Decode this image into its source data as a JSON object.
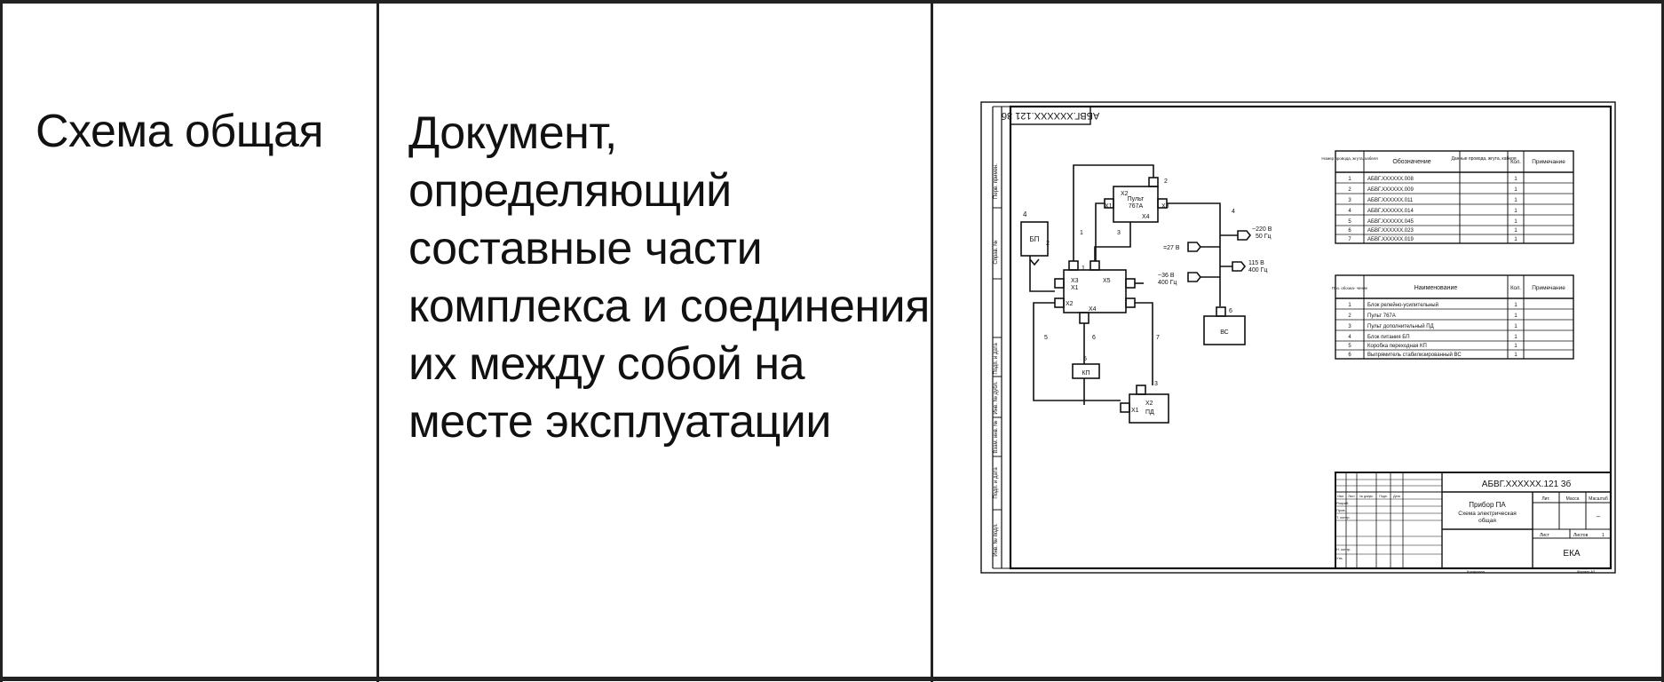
{
  "term": "Схема общая",
  "definition_lines": [
    "Документ,",
    "определяющий",
    "составные части",
    "комплекса и соединения",
    "их между собой на",
    "месте эксплуатации"
  ],
  "drawing": {
    "rotated_code": "АБВГ.XXXXXX.121 3б",
    "side_labels": [
      "Перв. примен.",
      "Справ. №",
      "Подп. и дата",
      "Инв. № дубл.",
      "Взам. инв. №",
      "Подп. и дата",
      "Инв. № подл."
    ],
    "blocks": {
      "bp": "БП",
      "bp_num": "4",
      "pult_line1": "Пульт",
      "pult_line2": "767А",
      "pult_num": "2",
      "kp": "КП",
      "kp_num": "5",
      "pd": "ПД",
      "pd_num": "3",
      "vs": "ВС",
      "vs_num": "6",
      "main_num": "1"
    },
    "connectors": {
      "x1": "X1",
      "x2": "X2",
      "x3": "X3",
      "x4": "X4",
      "x5": "X5"
    },
    "wire_numbers": [
      "1",
      "2",
      "3",
      "4",
      "5",
      "6",
      "7"
    ],
    "power": {
      "p220_line1": "~220 В",
      "p220_line2": "50 Гц",
      "p27": "=27 В",
      "p115_line1": "115 В",
      "p115_line2": "400 Гц",
      "p36_line1": "~36 В",
      "p36_line2": "400 Гц"
    },
    "table1": {
      "headers": [
        "Номер провода, жгута, кабеля",
        "Обозначение",
        "Данные провода, жгута, кабеля",
        "Кол.",
        "Примечание"
      ],
      "rows": [
        [
          "1",
          "АБВГ.XXXXXX.008",
          "",
          "1",
          ""
        ],
        [
          "2",
          "АБВГ.XXXXXX.009",
          "",
          "1",
          ""
        ],
        [
          "3",
          "АБВГ.XXXXXX.011",
          "",
          "1",
          ""
        ],
        [
          "4",
          "АБВГ.XXXXXX.014",
          "",
          "1",
          ""
        ],
        [
          "5",
          "АБВГ.XXXXXX.045",
          "",
          "1",
          ""
        ],
        [
          "6",
          "АБВГ.XXXXXX.023",
          "",
          "1",
          ""
        ],
        [
          "7",
          "АБВГ.XXXXXX.019",
          "",
          "1",
          ""
        ]
      ]
    },
    "table2": {
      "headers": [
        "Поз. обозна- чение",
        "Наименование",
        "Кол.",
        "Примечание"
      ],
      "rows": [
        [
          "1",
          "Блок релейно-усилительный",
          "1",
          ""
        ],
        [
          "2",
          "Пульт 767А",
          "1",
          ""
        ],
        [
          "3",
          "Пульт дополнительный ПД",
          "1",
          ""
        ],
        [
          "4",
          "Блок питания БП",
          "1",
          ""
        ],
        [
          "5",
          "Коробка переходная КП",
          "1",
          ""
        ],
        [
          "6",
          "Выпрямитель стабилизированный ВС",
          "1",
          ""
        ]
      ]
    },
    "title_block": {
      "code": "АБВГ.XXXXXX.121 3б",
      "title1": "Прибор ПА",
      "title2": "Схема электрическая",
      "title3": "общая",
      "lit": "Лит.",
      "mass": "Масса",
      "scale": "Масштаб",
      "dash": "–",
      "sheet": "Лист",
      "sheets": "Листов",
      "sheets_num": "1",
      "org": "ЕКА",
      "col_headers": [
        "Изм.",
        "Лист",
        "№ докум.",
        "Подп.",
        "Дата"
      ],
      "roles": [
        "Разраб.",
        "Пров.",
        "Т. контр.",
        "",
        "Н. контр.",
        "Утв."
      ],
      "copied": "Копировал",
      "format": "Формат А3"
    }
  }
}
